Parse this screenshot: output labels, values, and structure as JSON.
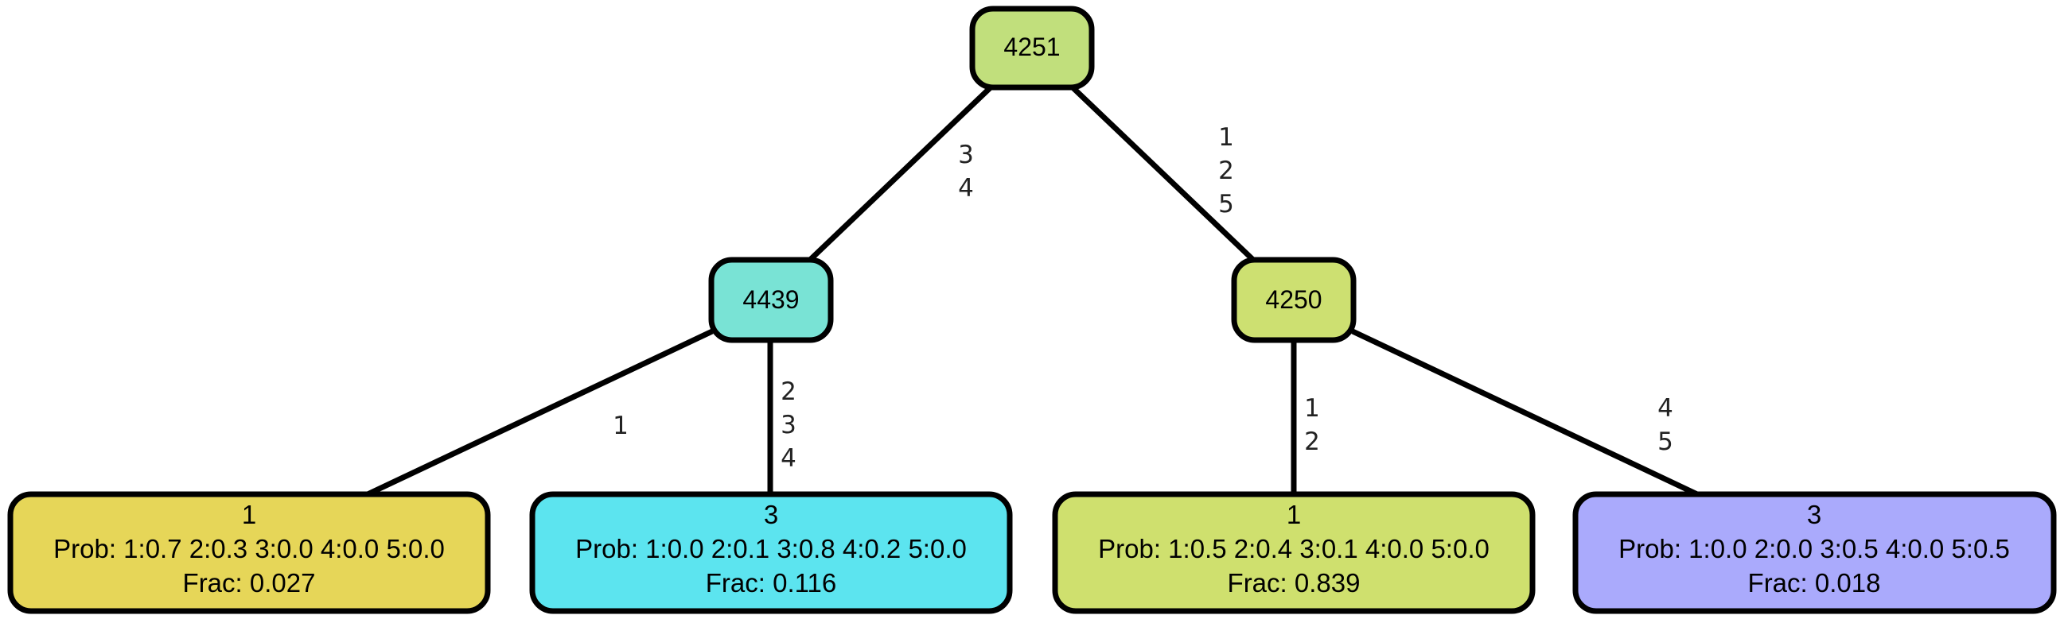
{
  "nodes": {
    "root": {
      "label": "4251",
      "color": "#c1df7c"
    },
    "left": {
      "label": "4439",
      "color": "#79e3d5"
    },
    "right": {
      "label": "4250",
      "color": "#cde071"
    }
  },
  "leaves": {
    "l1": {
      "title": "1",
      "prob": "Prob: 1:0.7 2:0.3 3:0.0 4:0.0 5:0.0",
      "frac": "Frac: 0.027",
      "color": "#e6d658"
    },
    "l2": {
      "title": "3",
      "prob": "Prob: 1:0.0 2:0.1 3:0.8 4:0.2 5:0.0",
      "frac": "Frac: 0.116",
      "color": "#5ce4ef"
    },
    "l3": {
      "title": "1",
      "prob": "Prob: 1:0.5 2:0.4 3:0.1 4:0.0 5:0.0",
      "frac": "Frac: 0.839",
      "color": "#cfe06e"
    },
    "l4": {
      "title": "3",
      "prob": "Prob: 1:0.0 2:0.0 3:0.5 4:0.0 5:0.5",
      "frac": "Frac: 0.018",
      "color": "#aaaafc"
    }
  },
  "edges": {
    "root_left": [
      "3",
      "4"
    ],
    "root_right": [
      "1",
      "2",
      "5"
    ],
    "left_l1": [
      "1"
    ],
    "left_l2": [
      "2",
      "3",
      "4"
    ],
    "right_l3": [
      "1",
      "2"
    ],
    "right_l4": [
      "4",
      "5"
    ]
  }
}
